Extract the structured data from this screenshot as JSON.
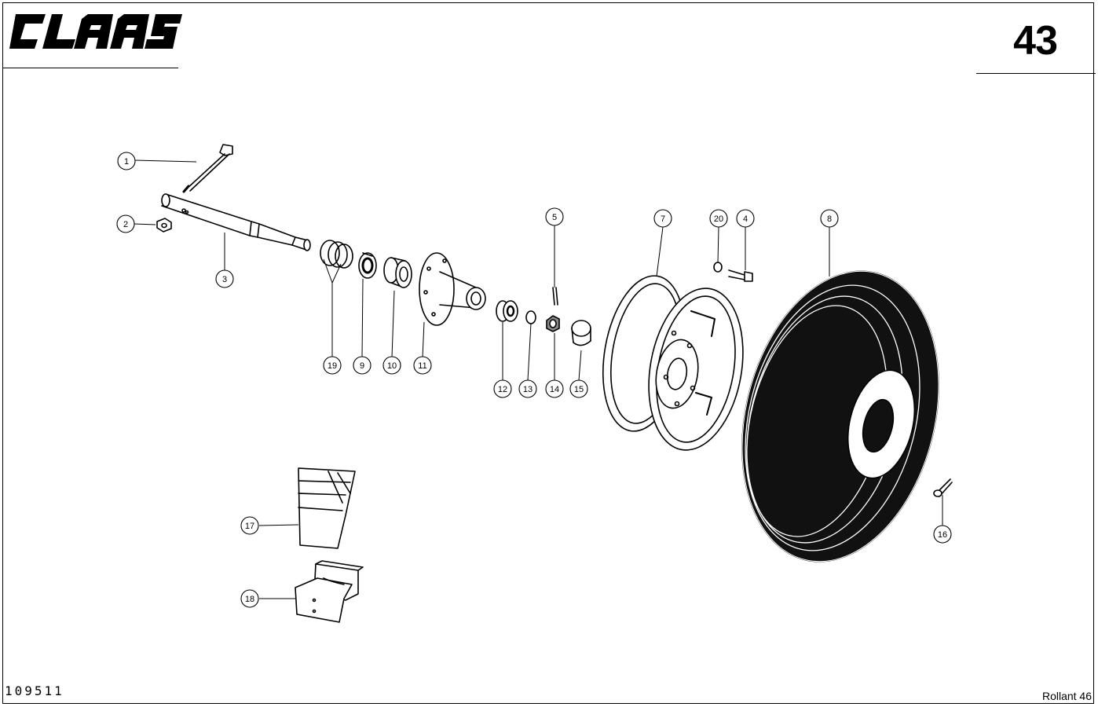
{
  "header": {
    "brand": "CLAAS",
    "page_number": "43"
  },
  "footer": {
    "drawing_number": "109511",
    "model": "Rollant 46"
  },
  "callouts": [
    {
      "id": "c1",
      "label": "1"
    },
    {
      "id": "c2",
      "label": "2"
    },
    {
      "id": "c3",
      "label": "3"
    },
    {
      "id": "c4",
      "label": "4"
    },
    {
      "id": "c5",
      "label": "5"
    },
    {
      "id": "c7",
      "label": "7"
    },
    {
      "id": "c8",
      "label": "8"
    },
    {
      "id": "c9",
      "label": "9"
    },
    {
      "id": "c10",
      "label": "10"
    },
    {
      "id": "c11",
      "label": "11"
    },
    {
      "id": "c12",
      "label": "12"
    },
    {
      "id": "c13",
      "label": "13"
    },
    {
      "id": "c14",
      "label": "14"
    },
    {
      "id": "c15",
      "label": "15"
    },
    {
      "id": "c16",
      "label": "16"
    },
    {
      "id": "c17",
      "label": "17"
    },
    {
      "id": "c18",
      "label": "18"
    },
    {
      "id": "c19",
      "label": "19"
    },
    {
      "id": "c20",
      "label": "20"
    }
  ]
}
